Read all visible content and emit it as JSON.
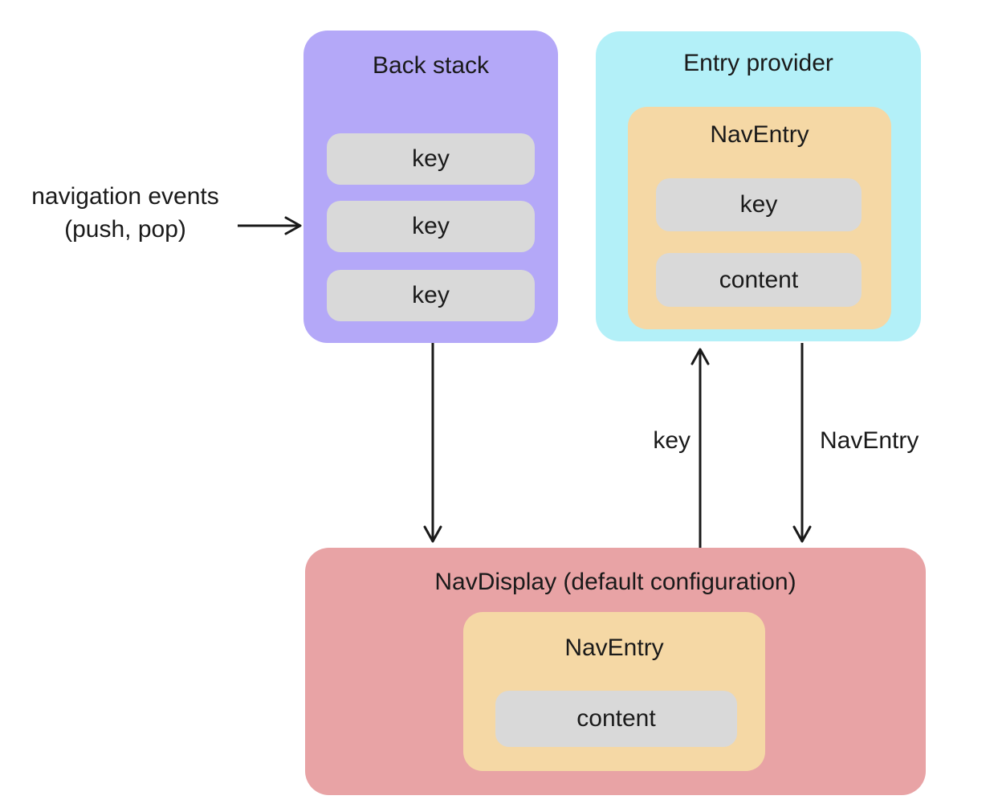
{
  "colors": {
    "back_stack_bg": "#b4a8f8",
    "entry_provider_bg": "#b3f0f8",
    "nav_entry_bg": "#f5d8a5",
    "nav_display_bg": "#e8a3a5",
    "pill_bg": "#d9d9d9",
    "text": "#1a1a1a",
    "arrow": "#1a1a1a"
  },
  "labels": {
    "nav_events_line1": "navigation events",
    "nav_events_line2": "(push, pop)",
    "key_arrow_label": "key",
    "naventry_arrow_label": "NavEntry"
  },
  "back_stack": {
    "title": "Back stack",
    "items": [
      "key",
      "key",
      "key"
    ]
  },
  "entry_provider": {
    "title": "Entry provider",
    "nav_entry": {
      "title": "NavEntry",
      "items": [
        "key",
        "content"
      ]
    }
  },
  "nav_display": {
    "title": "NavDisplay (default configuration)",
    "nav_entry": {
      "title": "NavEntry",
      "items": [
        "content"
      ]
    }
  }
}
